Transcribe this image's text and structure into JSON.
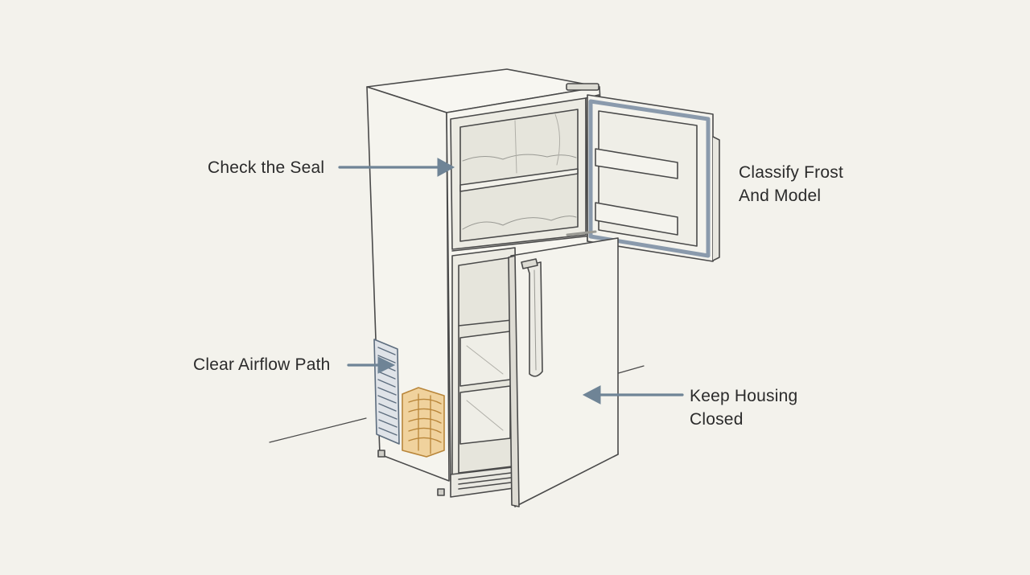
{
  "labels": {
    "check_seal": "Check the Seal",
    "classify_frost": "Classify Frost\nAnd Model",
    "clear_airflow": "Clear Airflow Path",
    "keep_housing": "Keep Housing\n  Closed"
  },
  "colors": {
    "background": "#f3f2ec",
    "line": "#4a4a4a",
    "accent_arrow": "#6f8496",
    "gasket": "#8a9aac",
    "coil": "#e0b36a",
    "text": "#2b2b2b"
  }
}
